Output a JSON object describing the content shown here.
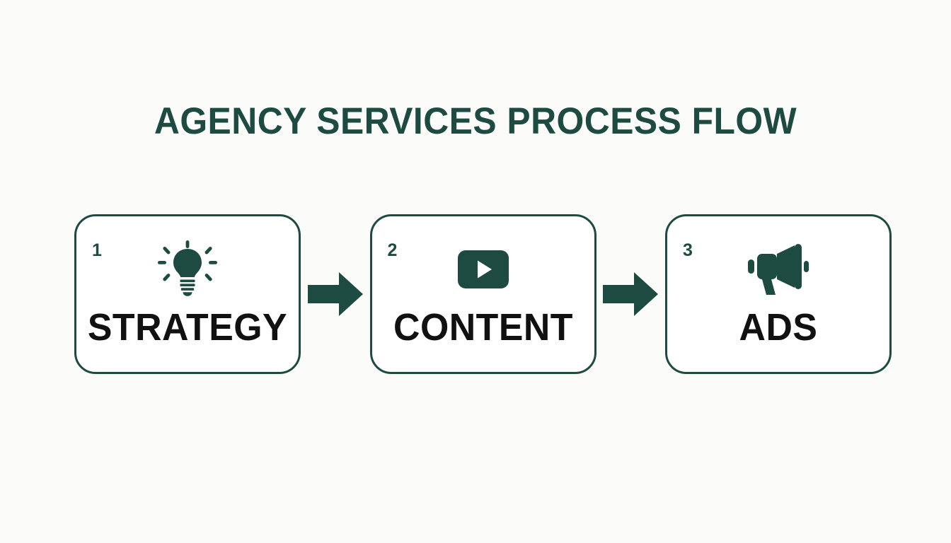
{
  "page": {
    "title": "AGENCY SERVICES PROCESS FLOW",
    "background_color": "#fbfbf9",
    "accent_color": "#1d4b42",
    "label_color": "#111111",
    "card_background": "#ffffff"
  },
  "flow": {
    "steps": [
      {
        "number": "1",
        "label": "STRATEGY",
        "icon": "lightbulb-icon"
      },
      {
        "number": "2",
        "label": "CONTENT",
        "icon": "play-video-icon"
      },
      {
        "number": "3",
        "label": "ADS",
        "icon": "megaphone-icon"
      }
    ],
    "connectors": [
      {
        "icon": "arrow-right-icon"
      },
      {
        "icon": "arrow-right-icon"
      }
    ]
  }
}
